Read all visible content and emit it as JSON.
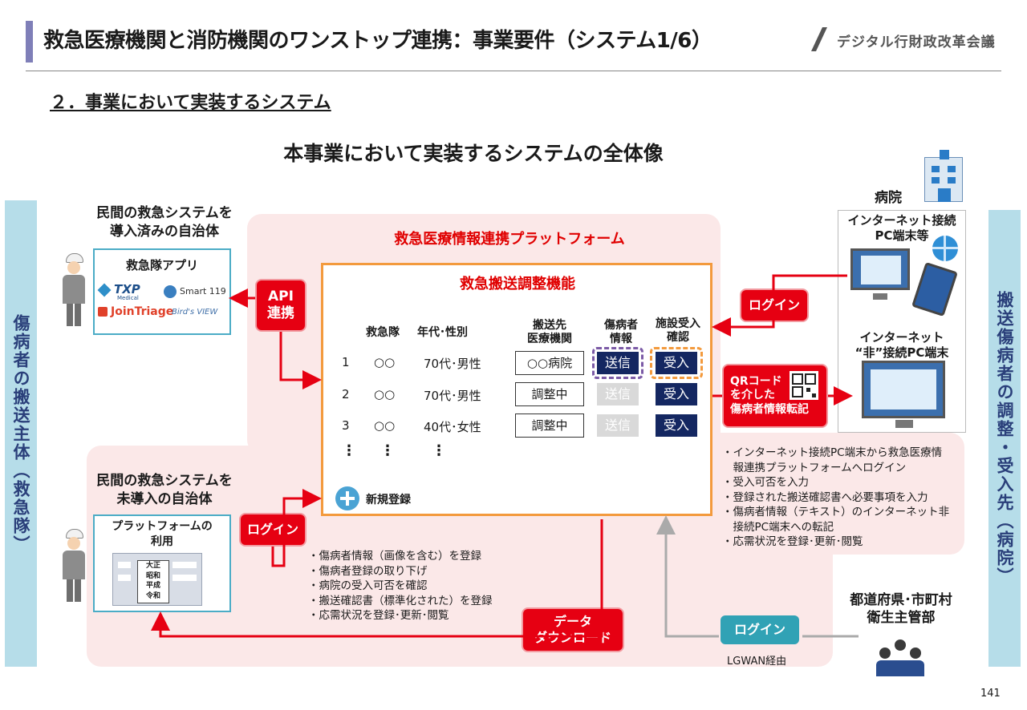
{
  "header": {
    "title": "救急医療機関と消防機関のワンストップ連携：事業要件（システム1/6）",
    "org": "デジタル行財政改革会議"
  },
  "section_title": "２．事業において実装するシステム",
  "diagram_title": "本事業において実装するシステムの全体像",
  "left_band": "傷病者の搬送主体（救急隊）",
  "right_band": "搬送傷病者の調整・受入先（病院）",
  "platform": {
    "title": "救急医療情報連携プラットフォーム",
    "function_title": "救急搬送調整機能",
    "headers": {
      "team": "救急隊",
      "age_sex": "年代･性別",
      "dest_1": "搬送先",
      "dest_2": "医療機関",
      "patient_1": "傷病者",
      "patient_2": "情報",
      "accept_1": "施設受入",
      "accept_2": "確認"
    },
    "rows": [
      {
        "no": "1",
        "team": "○○",
        "age_sex": "70代･男性",
        "dest": "○○病院",
        "send": "送信",
        "accept": "受入"
      },
      {
        "no": "2",
        "team": "○○",
        "age_sex": "70代･男性",
        "dest": "調整中",
        "send": "送信",
        "accept": "受入"
      },
      {
        "no": "3",
        "team": "○○",
        "age_sex": "40代･女性",
        "dest": "調整中",
        "send": "送信",
        "accept": "受入"
      }
    ],
    "ellipsis": "⋮",
    "new_register": "新規登録"
  },
  "left_top": {
    "heading_1": "民間の救急システムを",
    "heading_2": "導入済みの自治体",
    "app_title": "救急隊アプリ",
    "logos": [
      "TXP",
      "Medical",
      "Smart 119",
      "JoinTriage",
      "Bird's VIEW"
    ]
  },
  "api_button": {
    "line1": "API",
    "line2": "連携"
  },
  "left_bottom": {
    "heading_1": "民間の救急システムを",
    "heading_2": "未導入の自治体",
    "box_title_1": "プラットフォームの",
    "box_title_2": "利用",
    "eras": [
      "大正",
      "昭和",
      "平成",
      "令和"
    ]
  },
  "login_left": "ログイン",
  "left_list": [
    "・傷病者情報（画像を含む）を登録",
    "・傷病者登録の取り下げ",
    "・病院の受入可否を確認",
    "・搬送確認書（標準化された）を登録",
    "・応需状況を登録･更新･閲覧"
  ],
  "download_button": {
    "line1": "データ",
    "line2": "ダウンロード"
  },
  "hospital": {
    "label": "病院",
    "internet_pc_1": "インターネット接続",
    "internet_pc_2": "PC端末等",
    "non_internet_1": "インターネット",
    "non_internet_2": "“非”接続PC端末"
  },
  "login_right": "ログイン",
  "qr_button": {
    "line1": "QRコード",
    "line2": "を介した",
    "line3": "傷病者情報転記"
  },
  "right_list": [
    "・インターネット接続PC端末から救急医療情",
    "　報連携プラットフォームへログイン",
    "・受入可否を入力",
    "・登録された搬送確認書へ必要事項を入力",
    "・傷病者情報（テキスト）のインターネット非",
    "　接続PC端末への転記",
    "・応需状況を登録･更新･閲覧"
  ],
  "prefecture": {
    "line1": "都道府県･市町村",
    "line2": "衛生主管部"
  },
  "login_teal": "ログイン",
  "lgwan": "LGWAN経由",
  "page_number": "141",
  "colors": {
    "accent_red": "#e60012",
    "navy": "#142761",
    "orange": "#f39a3d",
    "band": "#b6dde9",
    "zone": "#fbe8e8",
    "teal": "#31a2b5"
  }
}
